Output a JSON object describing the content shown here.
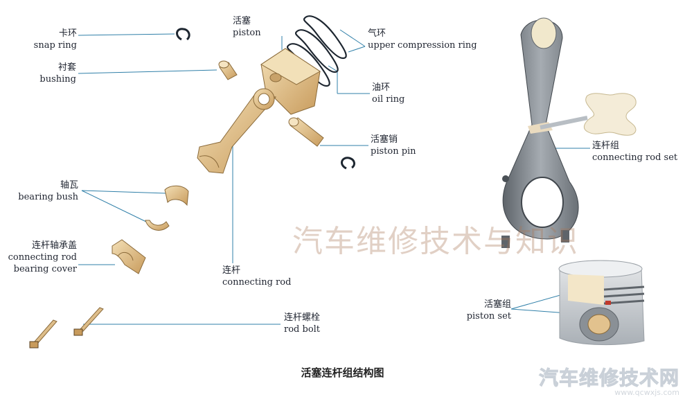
{
  "labels": {
    "snap_ring": {
      "zh": "卡环",
      "en": "snap ring"
    },
    "bushing": {
      "zh": "衬套",
      "en": "bushing"
    },
    "piston": {
      "zh": "活塞",
      "en": "piston"
    },
    "upper_ring": {
      "zh": "气环",
      "en": "upper compression ring"
    },
    "oil_ring": {
      "zh": "油环",
      "en": "oil ring"
    },
    "piston_pin": {
      "zh": "活塞销",
      "en": "piston pin"
    },
    "bearing_bush": {
      "zh": "轴瓦",
      "en": "bearing bush"
    },
    "bearing_cover": {
      "zh": "连杆轴承盖",
      "en1": "connecting rod",
      "en2": "bearing cover"
    },
    "connecting_rod": {
      "zh": "连杆",
      "en": "connecting rod"
    },
    "rod_bolt": {
      "zh": "连杆螺栓",
      "en": "rod bolt"
    },
    "rod_set": {
      "zh": "连杆组",
      "en": "connecting rod set"
    },
    "piston_set": {
      "zh": "活塞组",
      "en": "piston set"
    }
  },
  "caption": "活塞连杆组结构图",
  "watermark": "汽车维修技术与知识",
  "brand": {
    "name": "汽车维修技术网",
    "url": "www.qcwxjs.com"
  },
  "colors": {
    "part_fill": "#e2c28e",
    "part_stroke": "#8a6a3a",
    "leader": "#2f7fa8",
    "metal": "#7c8288"
  }
}
